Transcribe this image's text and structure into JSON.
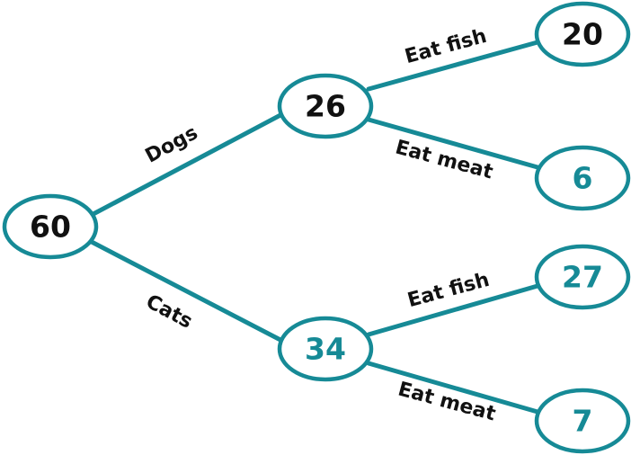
{
  "colors": {
    "line": "#168A96",
    "given_text": "#111111",
    "answer_text": "#168A96",
    "background": "#ffffff"
  },
  "tree": {
    "root": {
      "value": "60"
    },
    "dogs": {
      "label": "Dogs",
      "value": "26",
      "fish": {
        "label": "Eat fish",
        "value": "20"
      },
      "meat": {
        "label": "Eat meat",
        "value": "6"
      }
    },
    "cats": {
      "label": "Cats",
      "value": "34",
      "fish": {
        "label": "Eat fish",
        "value": "27"
      },
      "meat": {
        "label": "Eat meat",
        "value": "7"
      }
    }
  }
}
